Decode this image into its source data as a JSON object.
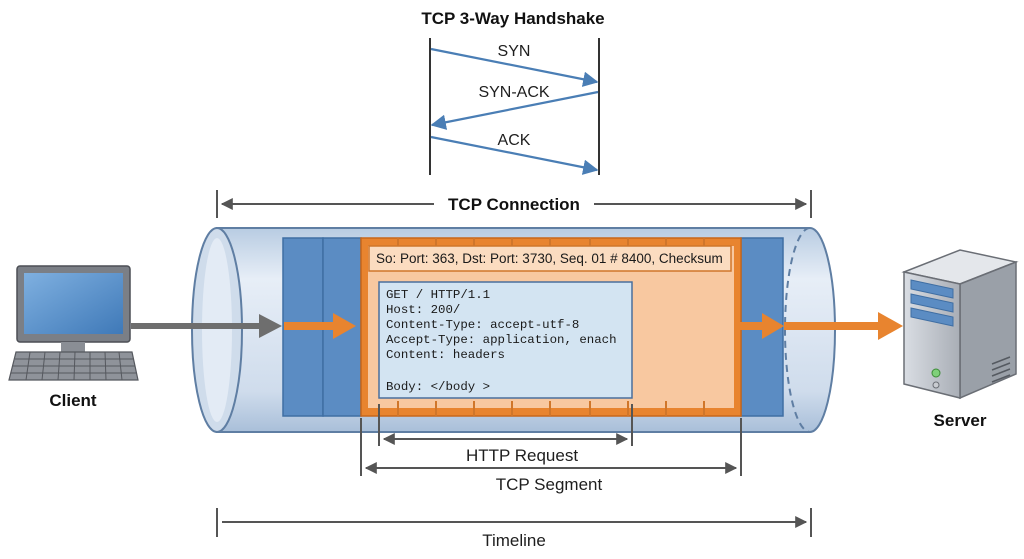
{
  "handshake": {
    "title": "TCP 3-Way Handshake",
    "messages": [
      "SYN",
      "SYN-ACK",
      "ACK"
    ]
  },
  "connection": {
    "label": "TCP Connection"
  },
  "segment": {
    "header_text": "So: Port: 363, Dst: Port: 3730, Seq. 01 # 8400, Checksum",
    "http_lines": [
      "GET / HTTP/1.1",
      "Host: 200/",
      "Content-Type: accept-utf-8",
      "Accept-Type: application, enach",
      "Content: headers",
      "",
      "Body: </body >"
    ]
  },
  "dimensions": {
    "http_request": "HTTP Request",
    "tcp_segment": "TCP Segment",
    "timeline": "Timeline"
  },
  "endpoints": {
    "client": "Client",
    "server": "Server"
  },
  "colors": {
    "arrow_blue": "#4a7eb5",
    "flow_orange": "#e8842f",
    "tube_blue": "#c9d7e8",
    "block_blue": "#5b8cc3",
    "payload_peach": "#f8c8a0",
    "http_box": "#d3e4f2",
    "dim_gray": "#555555"
  }
}
